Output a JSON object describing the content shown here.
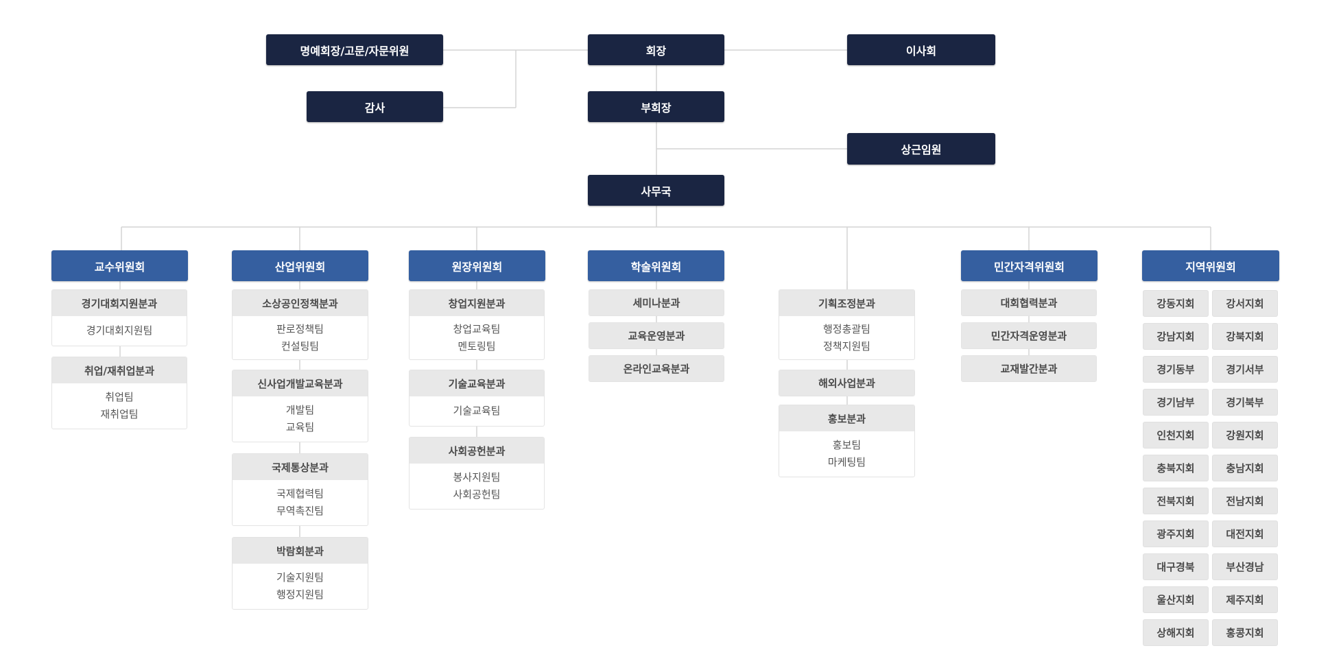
{
  "top": {
    "chairman": "회장",
    "honorary": "명예회장/고문/자문위원",
    "board": "이사회",
    "auditor": "감사",
    "vice_chairman": "부회장",
    "standing_officer": "상근임원",
    "secretariat": "사무국"
  },
  "committees": {
    "professor": {
      "name": "교수위원회",
      "depts": [
        {
          "head": "경기대회지원분과",
          "teams": [
            "경기대회지원팀"
          ]
        },
        {
          "head": "취업/재취업분과",
          "teams": [
            "취업팀",
            "재취업팀"
          ]
        }
      ]
    },
    "industry": {
      "name": "산업위원회",
      "depts": [
        {
          "head": "소상공인정책분과",
          "teams": [
            "판로정책팀",
            "컨설팅팀"
          ]
        },
        {
          "head": "신사업개발교육분과",
          "teams": [
            "개발팀",
            "교육팀"
          ]
        },
        {
          "head": "국제통상분과",
          "teams": [
            "국제협력팀",
            "무역촉진팀"
          ]
        },
        {
          "head": "박람회분과",
          "teams": [
            "기술지원팀",
            "행정지원팀"
          ]
        }
      ]
    },
    "director": {
      "name": "원장위원회",
      "depts": [
        {
          "head": "창업지원분과",
          "teams": [
            "창업교육팀",
            "멘토링팀"
          ]
        },
        {
          "head": "기술교육분과",
          "teams": [
            "기술교육팀"
          ]
        },
        {
          "head": "사회공헌분과",
          "teams": [
            "봉사지원팀",
            "사회공헌팀"
          ]
        }
      ]
    },
    "academic": {
      "name": "학술위원회",
      "depts": [
        {
          "head": "세미나분과",
          "teams": []
        },
        {
          "head": "교육운영분과",
          "teams": []
        },
        {
          "head": "온라인교육분과",
          "teams": []
        }
      ]
    },
    "planning": {
      "depts": [
        {
          "head": "기획조정분과",
          "teams": [
            "행정총괄팀",
            "정책지원팀"
          ]
        },
        {
          "head": "해외사업분과",
          "teams": []
        },
        {
          "head": "홍보분과",
          "teams": [
            "홍보팀",
            "마케팅팀"
          ]
        }
      ]
    },
    "private_cert": {
      "name": "민간자격위원회",
      "depts": [
        {
          "head": "대회협력분과",
          "teams": []
        },
        {
          "head": "민간자격운영분과",
          "teams": []
        },
        {
          "head": "교재발간분과",
          "teams": []
        }
      ]
    },
    "regional": {
      "name": "지역위원회",
      "branches": [
        "강동지회",
        "강서지회",
        "강남지회",
        "강북지회",
        "경기동부",
        "경기서부",
        "경기남부",
        "경기북부",
        "인천지회",
        "강원지회",
        "충북지회",
        "충남지회",
        "전북지회",
        "전남지회",
        "광주지회",
        "대전지회",
        "대구경북",
        "부산경남",
        "울산지회",
        "제주지회",
        "상해지회",
        "홍콩지회"
      ]
    }
  },
  "colors": {
    "dark_box": "#1a2542",
    "committee_box": "#355fa0",
    "dept_head": "#e8e8e8",
    "line": "#d4d4d4"
  }
}
